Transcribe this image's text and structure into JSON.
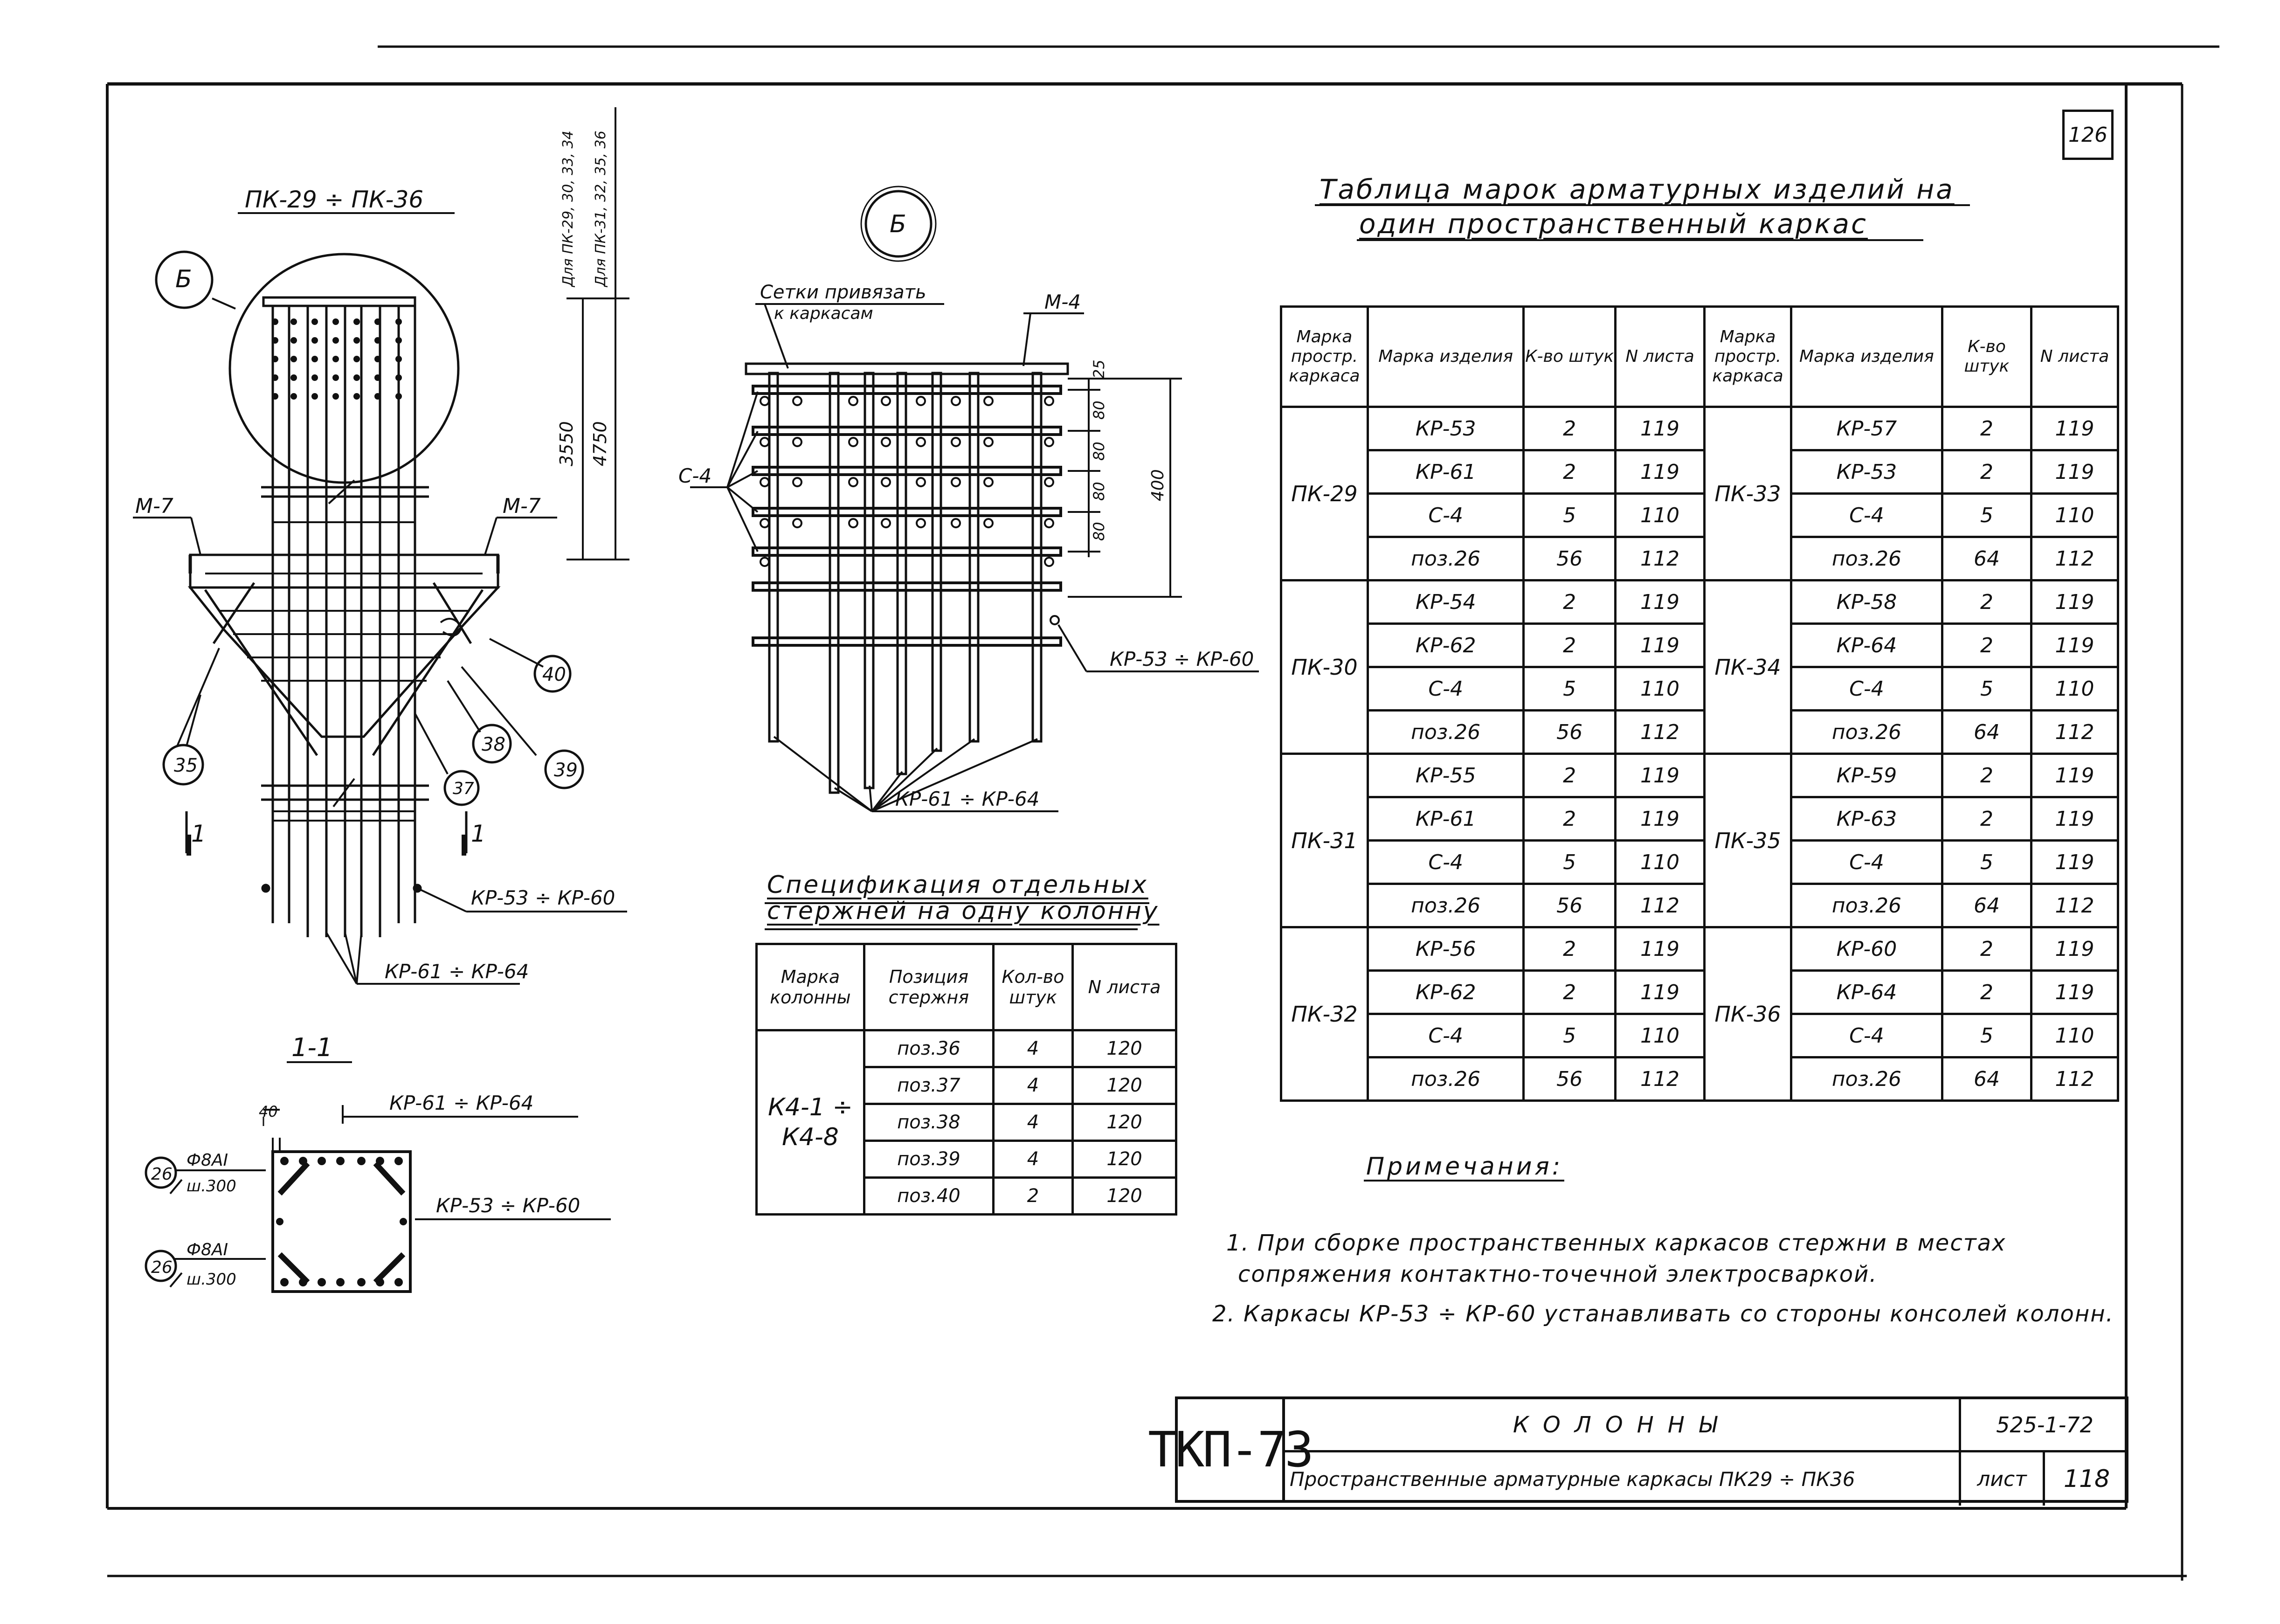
{
  "sheet_number": "126",
  "drawing": {
    "top_title": "ПК-29 ÷ ПК-36",
    "callout_b": "Б",
    "mark_m7_left": "М-7",
    "mark_m7_right": "М-7",
    "dim_3550": "3550",
    "dim_4750": "4750",
    "vert_note_1": "Для ПК-29, 30, 33, 34",
    "vert_note_2": "Для ПК-31, 32, 35, 36",
    "pos_35": "35",
    "pos_37": "37",
    "pos_38": "38",
    "pos_39": "39",
    "pos_40": "40",
    "section_mark_left": "1",
    "section_mark_right": "1",
    "label_kr53_60": "КР-53 ÷ КР-60",
    "label_kr61_64": "КР-61 ÷ КР-64"
  },
  "detail_b": {
    "callout": "Б",
    "note_line1": "Сетки привязать",
    "note_line2": "к каркасам",
    "mark_m4": "М-4",
    "mark_c4": "С-4",
    "dim_25": "25",
    "dim_80a": "80",
    "dim_80b": "80",
    "dim_80c": "80",
    "dim_80d": "80",
    "dim_400": "400",
    "label_kr53_60": "КР-53 ÷ КР-60",
    "label_kr61_64": "КР-61 ÷ КР-64"
  },
  "section_1_1": {
    "title": "1-1",
    "dim_40": "40",
    "label_kr61_64": "КР-61 ÷ КР-64",
    "label_kr53_60": "КР-53 ÷ КР-60",
    "pos_26_top": "26",
    "pos_26_bottom": "26",
    "rebar_top": "Ф8АI",
    "step_top": "ш.300",
    "rebar_bottom": "Ф8АI",
    "step_bottom": "ш.300"
  },
  "spec_table": {
    "title_line1": "Спецификация отдельных",
    "title_line2": "стержней на одну колонну",
    "headers": [
      "Марка колонны",
      "Позиция стержня",
      "Кол-во штук",
      "N листа"
    ],
    "column_mark": "К4-1 ÷ К4-8",
    "rows": [
      [
        "поз.36",
        "4",
        "120"
      ],
      [
        "поз.37",
        "4",
        "120"
      ],
      [
        "поз.38",
        "4",
        "120"
      ],
      [
        "поз.39",
        "4",
        "120"
      ],
      [
        "поз.40",
        "2",
        "120"
      ]
    ]
  },
  "marks_table": {
    "title_line1": "Таблица марок арматурных изделий на",
    "title_line2": "один пространственный каркас",
    "headers": [
      "Марка простр. каркаса",
      "Марка изделия",
      "К-во штук",
      "N листа",
      "Марка простр. каркаса",
      "Марка изделия",
      "К-во штук",
      "N листа"
    ],
    "groups": [
      {
        "left_frame": "ПК-29",
        "right_frame": "ПК-33",
        "rows": [
          [
            "КР-53",
            "2",
            "119",
            "КР-57",
            "2",
            "119"
          ],
          [
            "КР-61",
            "2",
            "119",
            "КР-53",
            "2",
            "119"
          ],
          [
            "С-4",
            "5",
            "110",
            "С-4",
            "5",
            "110"
          ],
          [
            "поз.26",
            "56",
            "112",
            "поз.26",
            "64",
            "112"
          ]
        ]
      },
      {
        "left_frame": "ПК-30",
        "right_frame": "ПК-34",
        "rows": [
          [
            "КР-54",
            "2",
            "119",
            "КР-58",
            "2",
            "119"
          ],
          [
            "КР-62",
            "2",
            "119",
            "КР-64",
            "2",
            "119"
          ],
          [
            "С-4",
            "5",
            "110",
            "С-4",
            "5",
            "110"
          ],
          [
            "поз.26",
            "56",
            "112",
            "поз.26",
            "64",
            "112"
          ]
        ]
      },
      {
        "left_frame": "ПК-31",
        "right_frame": "ПК-35",
        "rows": [
          [
            "КР-55",
            "2",
            "119",
            "КР-59",
            "2",
            "119"
          ],
          [
            "КР-61",
            "2",
            "119",
            "КР-63",
            "2",
            "119"
          ],
          [
            "С-4",
            "5",
            "110",
            "С-4",
            "5",
            "119"
          ],
          [
            "поз.26",
            "56",
            "112",
            "поз.26",
            "64",
            "112"
          ]
        ]
      },
      {
        "left_frame": "ПК-32",
        "right_frame": "ПК-36",
        "rows": [
          [
            "КР-56",
            "2",
            "119",
            "КР-60",
            "2",
            "119"
          ],
          [
            "КР-62",
            "2",
            "119",
            "КР-64",
            "2",
            "119"
          ],
          [
            "С-4",
            "5",
            "110",
            "С-4",
            "5",
            "110"
          ],
          [
            "поз.26",
            "56",
            "112",
            "поз.26",
            "64",
            "112"
          ]
        ]
      }
    ]
  },
  "notes": {
    "heading": "Примечания:",
    "item1_line1": "1. При сборке пространственных каркасов стержни в местах",
    "item1_line2": "сопряжения контактно-точечной электросваркой.",
    "item2": "2. Каркасы КР-53 ÷ КР-60 устанавливать со стороны консолей колонн."
  },
  "title_block": {
    "stamp": "ТКП-73",
    "title": "КОЛОННЫ",
    "subtitle": "Пространственные арматурные каркасы  ПК29 ÷ ПК36",
    "code": "525-1-72",
    "sheet_label": "лист",
    "sheet_no": "118"
  }
}
